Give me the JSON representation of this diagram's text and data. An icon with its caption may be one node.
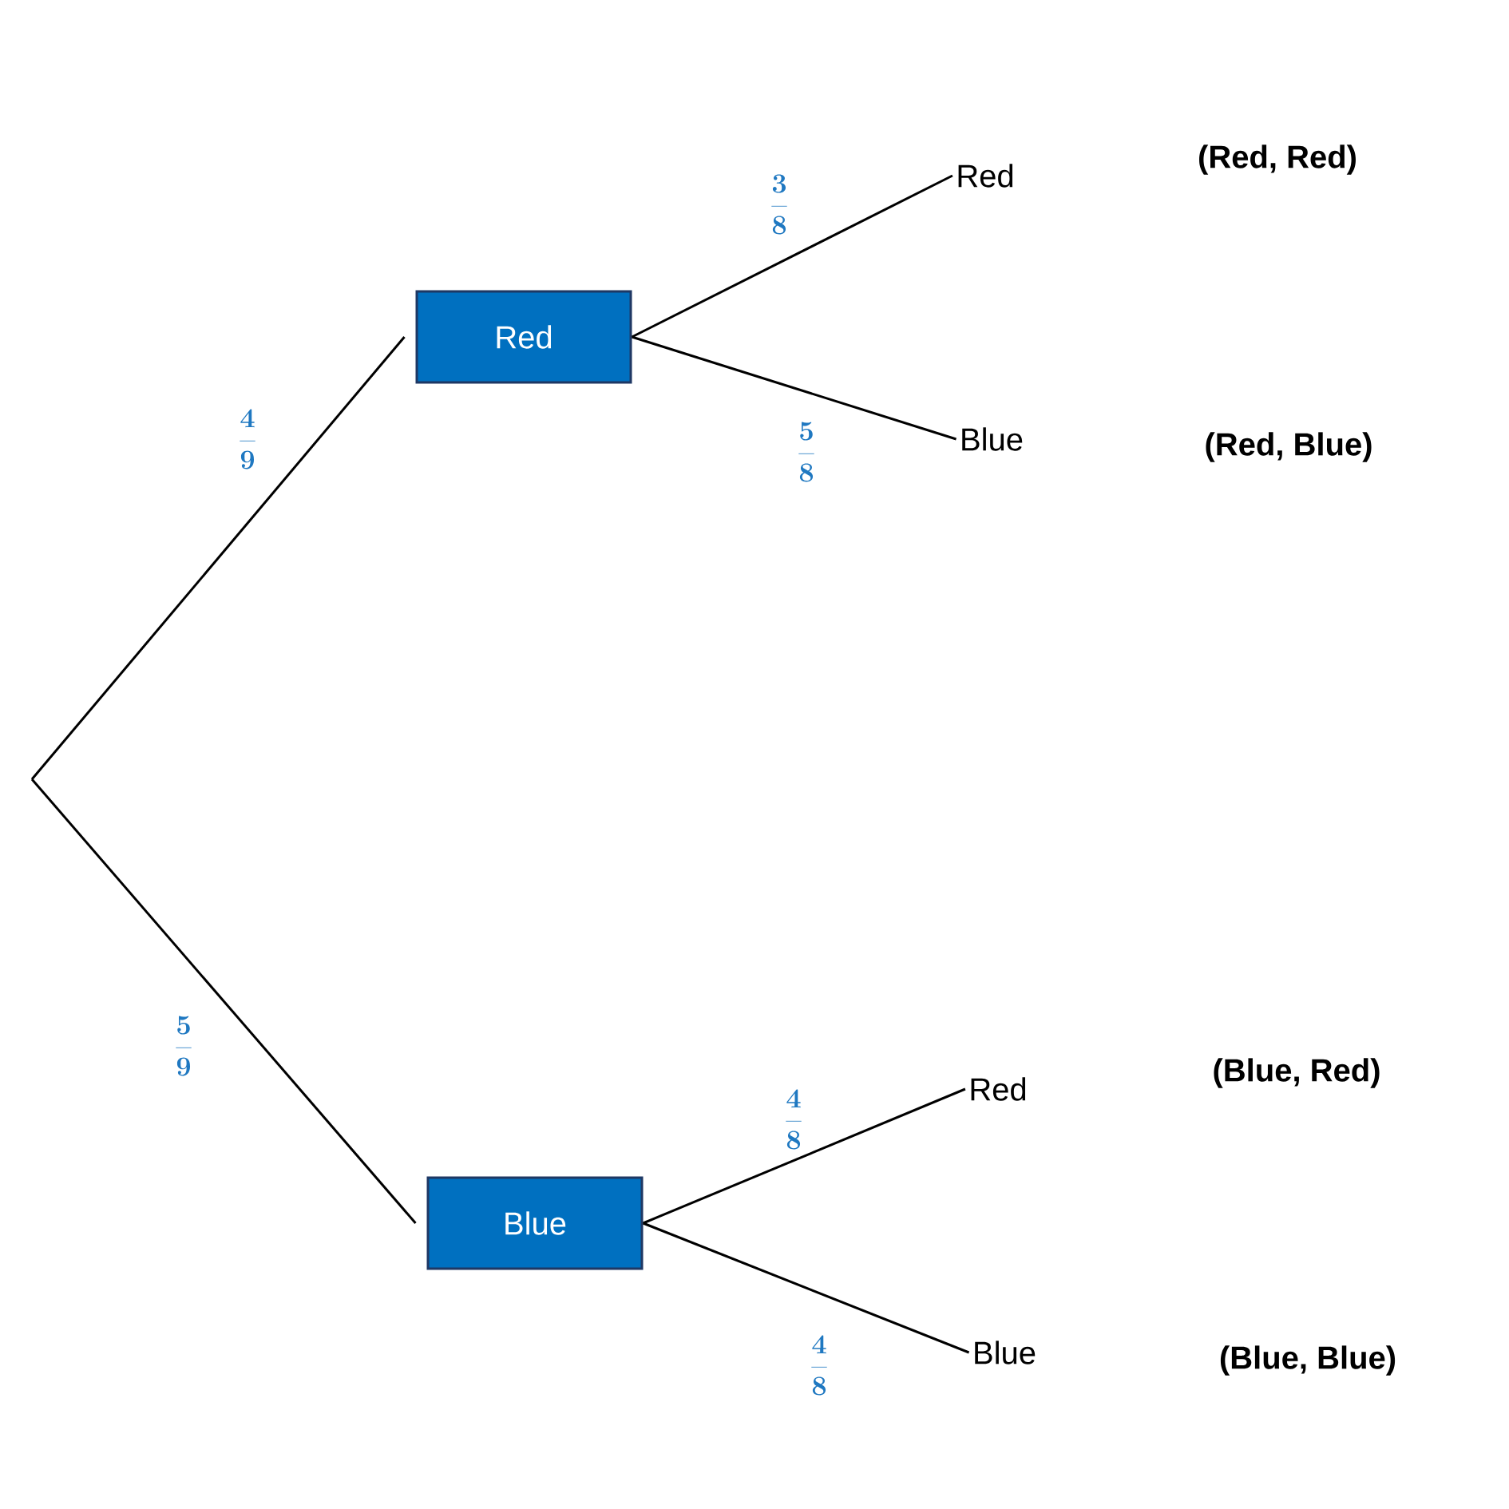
{
  "diagram": {
    "nodes": [
      {
        "text": [
          "Red"
        ]
      },
      {
        "text": [
          "Blue"
        ]
      },
      {
        "text": [
          "Red"
        ]
      },
      {
        "text": [
          "Blue"
        ]
      },
      {
        "text": [
          "Red"
        ]
      },
      {
        "text": [
          "Blue"
        ]
      }
    ],
    "labels": [
      "(Red, Red)",
      "(Red, Blue)",
      "(Blue, Red)",
      "(Blue, Blue)"
    ],
    "edges": [
      {
        "from": null,
        "to": 0,
        "arrow": "none",
        "label": "\\frac{4}{9}"
      },
      {
        "from": null,
        "to": 1,
        "arrow": "none",
        "label": "\\frac{5}{9}"
      },
      {
        "from": 0,
        "to": 2,
        "arrow": "none",
        "label": "\\frac{3}{8}"
      },
      {
        "from": 0,
        "to": 3,
        "arrow": "none",
        "label": "\\frac{5}{8}"
      },
      {
        "from": 1,
        "to": 4,
        "arrow": "none",
        "label": "\\frac{4}{8}"
      },
      {
        "from": 1,
        "to": 5,
        "arrow": "none",
        "label": "\\frac{4}{8}"
      }
    ]
  }
}
